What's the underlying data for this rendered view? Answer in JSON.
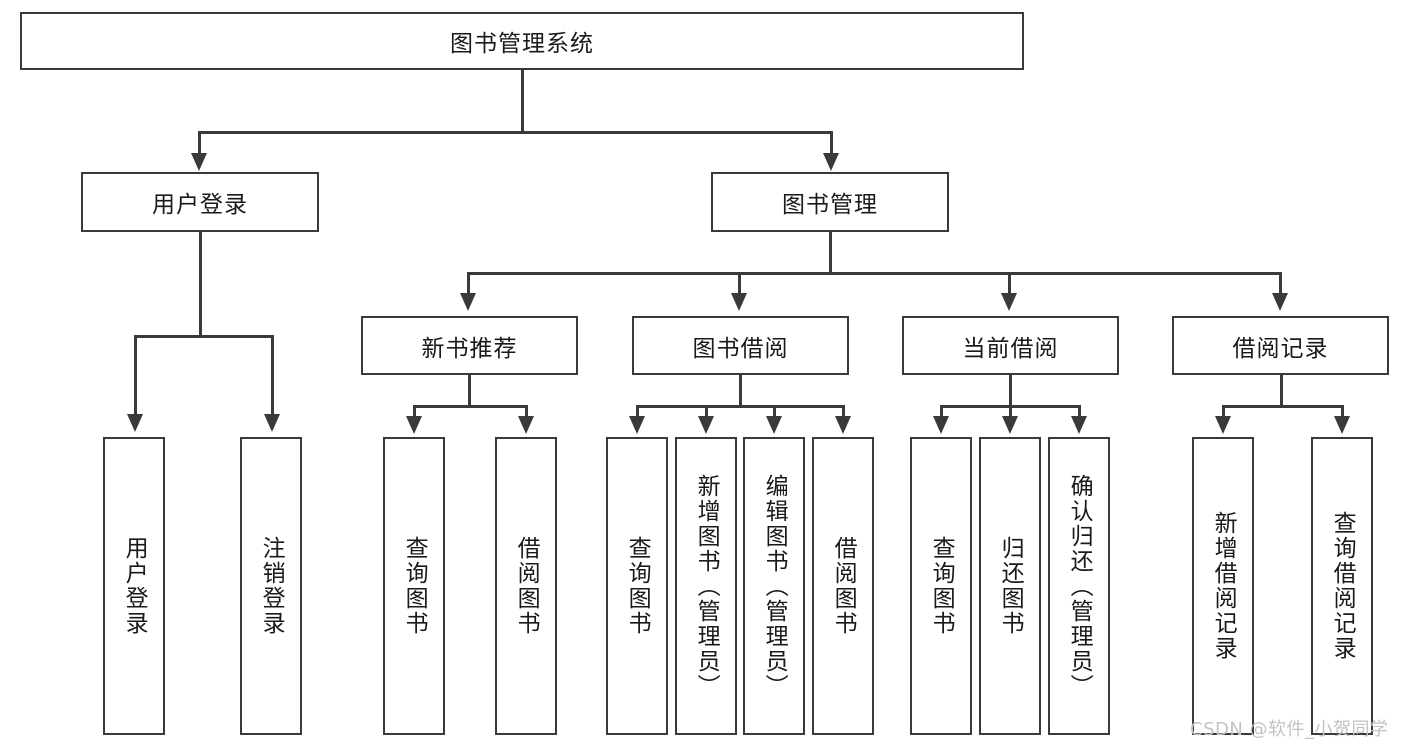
{
  "diagram": {
    "type": "tree",
    "title": "图书管理系统",
    "root": {
      "label": "图书管理系统"
    },
    "level2": [
      {
        "label": "用户登录"
      },
      {
        "label": "图书管理"
      }
    ],
    "level3": [
      {
        "label": "新书推荐"
      },
      {
        "label": "图书借阅"
      },
      {
        "label": "当前借阅"
      },
      {
        "label": "借阅记录"
      }
    ],
    "leaves": {
      "user_login": [
        {
          "label": "用户登录"
        },
        {
          "label": "注销登录"
        }
      ],
      "new_book_recommend": [
        {
          "label": "查询图书"
        },
        {
          "label": "借阅图书"
        }
      ],
      "book_borrow": [
        {
          "label": "查询图书"
        },
        {
          "label": "新增图书（管理员）"
        },
        {
          "label": "编辑图书（管理员）"
        },
        {
          "label": "借阅图书"
        }
      ],
      "current_borrow": [
        {
          "label": "查询图书"
        },
        {
          "label": "归还图书"
        },
        {
          "label": "确认归还（管理员）"
        }
      ],
      "borrow_records": [
        {
          "label": "新增借阅记录"
        },
        {
          "label": "查询借阅记录"
        }
      ]
    }
  },
  "watermark": {
    "text": "CSDN @软件_小贺同学"
  },
  "colors": {
    "stroke": "#3a3a3a",
    "background": "#ffffff",
    "text": "#1a1a1a",
    "watermark": "#c3c3c3"
  }
}
